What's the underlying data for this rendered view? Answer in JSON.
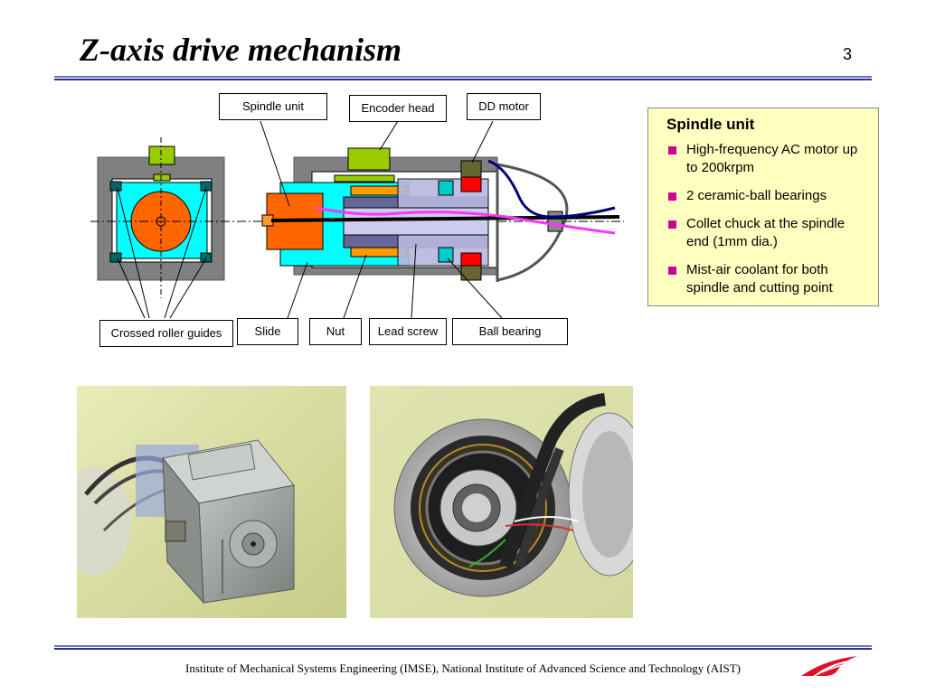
{
  "slide": {
    "title": "Z-axis drive mechanism",
    "page_number": "3"
  },
  "diagram": {
    "callouts": {
      "spindle_unit": "Spindle unit",
      "encoder_head": "Encoder head",
      "dd_motor": "DD motor",
      "crossed_roller_guides": "Crossed roller guides",
      "slide": "Slide",
      "nut": "Nut",
      "lead_screw": "Lead screw",
      "ball_bearing": "Ball bearing"
    }
  },
  "info_box": {
    "heading": "Spindle unit",
    "items": [
      "High-frequency AC motor up to 200krpm",
      "2 ceramic-ball bearings",
      "Collet chuck at the spindle end (1mm dia.)",
      "Mist-air coolant for both spindle and cutting point"
    ]
  },
  "footer": {
    "text": "Institute of  Mechanical Systems Engineering (IMSE), National Institute of Advanced Science and Technology (AIST)"
  },
  "colors": {
    "rule_light": "#6a72c8",
    "rule_dark": "#30308a",
    "info_bg": "#ffffc0",
    "bullet": "#cc0099",
    "logo_red": "#e0102a"
  }
}
